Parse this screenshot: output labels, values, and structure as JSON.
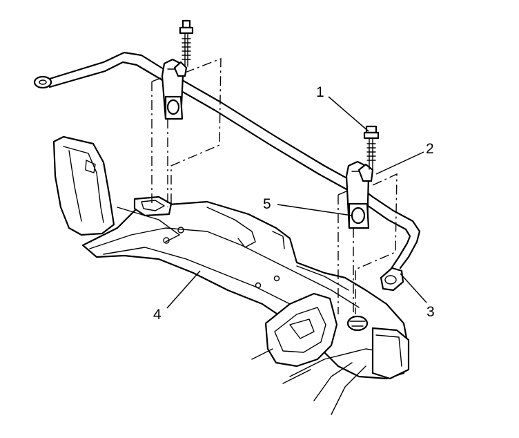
{
  "callouts": [
    {
      "id": "callout-1",
      "text": "1"
    },
    {
      "id": "callout-2",
      "text": "2"
    },
    {
      "id": "callout-3",
      "text": "3"
    },
    {
      "id": "callout-4",
      "text": "4"
    },
    {
      "id": "callout-5",
      "text": "5"
    }
  ]
}
